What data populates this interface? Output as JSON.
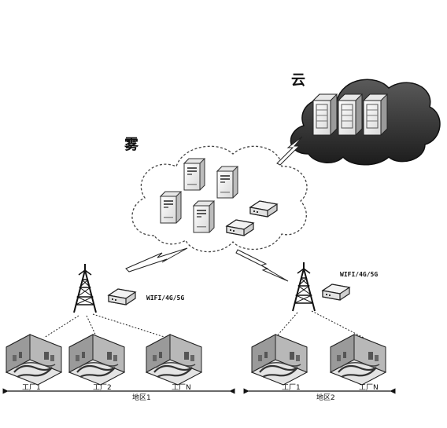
{
  "labels": {
    "cloud": "云",
    "fog": "雾"
  },
  "regions": [
    {
      "name": "地区1",
      "wireless": "WIFI/4G/5G",
      "factories": [
        "工厂1",
        "工厂2",
        "工厂N"
      ]
    },
    {
      "name": "地区2",
      "wireless": "WIFI/4G/5G",
      "factories": [
        "工厂1",
        "工厂N"
      ]
    }
  ],
  "icons": {
    "cloud_server": "server-rack-icon",
    "fog_server": "server-tower-icon",
    "fog_gateway": "gateway-icon",
    "tower": "cell-tower-icon",
    "factory": "factory-workshop-icon",
    "link": "lightning-link-icon"
  },
  "colors": {
    "cloud_fill": "#3a3a3a",
    "cloud_dark": "#1e1e1e",
    "fog_border": "#555555",
    "server_face": "#f4f4f4",
    "server_side": "#c8c8c8",
    "line": "#111111"
  }
}
